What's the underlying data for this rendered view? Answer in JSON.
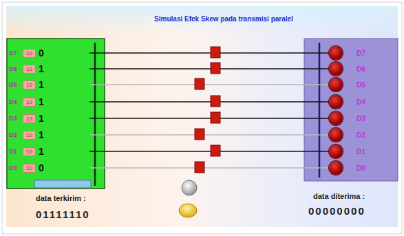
{
  "diagram": {
    "title": "Simulasi Efek Skew pada transmisi paralel",
    "nodes": [
      {
        "text": [
          "D7",
          "10",
          "0"
        ]
      },
      {
        "text": [
          "D6",
          "10",
          "1"
        ]
      },
      {
        "text": [
          "D5",
          "10",
          "1"
        ]
      },
      {
        "text": [
          "D4",
          "10",
          "1"
        ]
      },
      {
        "text": [
          "D3",
          "10",
          "1"
        ]
      },
      {
        "text": [
          "D2",
          "10",
          "1"
        ]
      },
      {
        "text": [
          "D1",
          "10",
          "1"
        ]
      },
      {
        "text": [
          "D0",
          "10",
          "0"
        ]
      },
      {
        "text": [
          "D7"
        ]
      },
      {
        "text": [
          "D6"
        ]
      },
      {
        "text": [
          "D5"
        ]
      },
      {
        "text": [
          "D4"
        ]
      },
      {
        "text": [
          "D3"
        ]
      },
      {
        "text": [
          "D2"
        ]
      },
      {
        "text": [
          "D1"
        ]
      },
      {
        "text": [
          "D0"
        ]
      }
    ],
    "edges": [
      {
        "from": 0,
        "to": 8,
        "arrow": "none"
      },
      {
        "from": 1,
        "to": 9,
        "arrow": "none"
      },
      {
        "from": 2,
        "to": 10,
        "arrow": "none"
      },
      {
        "from": 3,
        "to": 11,
        "arrow": "none"
      },
      {
        "from": 4,
        "to": 12,
        "arrow": "none"
      },
      {
        "from": 5,
        "to": 13,
        "arrow": "none"
      },
      {
        "from": 6,
        "to": 14,
        "arrow": "none"
      },
      {
        "from": 7,
        "to": 15,
        "arrow": "none"
      }
    ],
    "labels": [
      "data terkirim :",
      "01111110",
      "data diterima :",
      "00000000"
    ]
  }
}
